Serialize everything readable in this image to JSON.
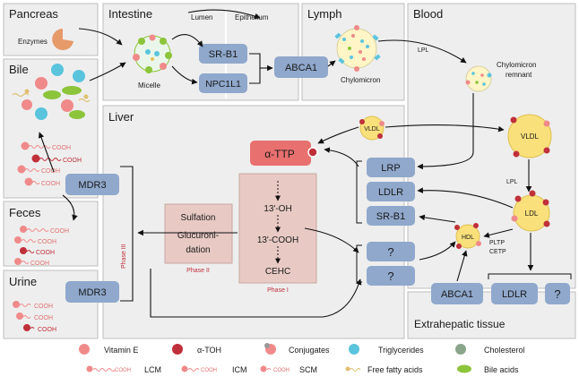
{
  "panels": {
    "pancreas": "Pancreas",
    "intestine": "Intestine",
    "lymph": "Lymph",
    "blood": "Blood",
    "bile": "Bile",
    "liver": "Liver",
    "feces": "Feces",
    "urine": "Urine",
    "extrahepatic": "Extrahepatic tissue"
  },
  "labels": {
    "enzymes": "Enzymes",
    "lumen": "Lumen",
    "epithelium": "Epithelium",
    "micelle": "Micelle",
    "chylomicron": "Chylomicron",
    "lpl_top": "LPL",
    "chylo_remnant_1": "Chylomicron",
    "chylo_remnant_2": "remnant",
    "vldl_small": "VLDL",
    "vldl_big": "VLDL",
    "lpl_mid": "LPL",
    "ldl": "LDL",
    "hdl": "HDL",
    "pltp": "PLTP",
    "cetp": "CETP",
    "phase3": "Phase III",
    "phase2": "Phase II",
    "phase1": "Phase I"
  },
  "boxes": {
    "srb1_int": "SR-B1",
    "npc1l1": "NPC1L1",
    "abca1_int": "ABCA1",
    "attp": "α-TTP",
    "lrp": "LRP",
    "ldlr_liver": "LDLR",
    "srb1_liver": "SR-B1",
    "q1": "?",
    "q2": "?",
    "mdr3_bile": "MDR3",
    "mdr3_urine": "MDR3",
    "abca1_bottom": "ABCA1",
    "ldlr_bottom": "LDLR",
    "q3": "?"
  },
  "phase2_text": [
    "Sulfation",
    "Glucuroni-",
    "dation"
  ],
  "phase1_steps": [
    "13'-OH",
    "13'-COOH",
    "CEHC"
  ],
  "cooh": "COOH",
  "legend": [
    {
      "label": "Vitamin E",
      "color": "#f08a8a"
    },
    {
      "label": "α-TOH",
      "color": "#c0303a"
    },
    {
      "label": "Conjugates",
      "color": "#f08a8a"
    },
    {
      "label": "Triglycerides",
      "color": "#5bc4dd"
    },
    {
      "label": "Cholesterol",
      "color": "#8aa58a"
    },
    {
      "label": "LCM"
    },
    {
      "label": "ICM"
    },
    {
      "label": "SCM"
    },
    {
      "label": "Free fatty acids"
    },
    {
      "label": "Bile acids",
      "color": "#8cc43a"
    }
  ],
  "colors": {
    "panel_bg": "#eeeeee",
    "panel_border": "#bdbdbd",
    "box_blue": "#8fa8cc",
    "box_pink": "#e8c9c4",
    "attp_red": "#e8706e",
    "vitamin_e": "#f08a8a",
    "atoh": "#c0303a",
    "lipoprotein_yellow": "#f9e07a"
  }
}
